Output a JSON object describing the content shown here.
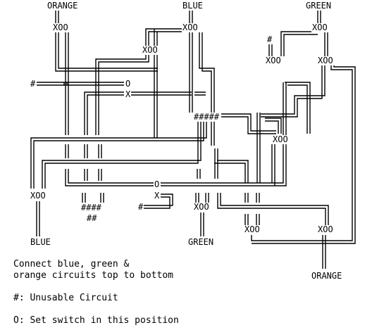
{
  "labels": {
    "orange_top": "ORANGE",
    "blue_top": "BLUE",
    "green_top": "GREEN",
    "blue_bottom": "BLUE",
    "green_bottom": "GREEN",
    "orange_bottom": "ORANGE"
  },
  "symbols": {
    "switch": "XOO",
    "unusable": "#",
    "unusable_five": "#####",
    "unusable_four": "####",
    "unusable_two": "##",
    "set_switch": "O",
    "cross": "X"
  },
  "instructions": {
    "line1": "Connect blue, green &",
    "line2": "orange circuits top to bottom",
    "line3": "#: Unusable Circuit",
    "line4": "O: Set switch in this position"
  }
}
